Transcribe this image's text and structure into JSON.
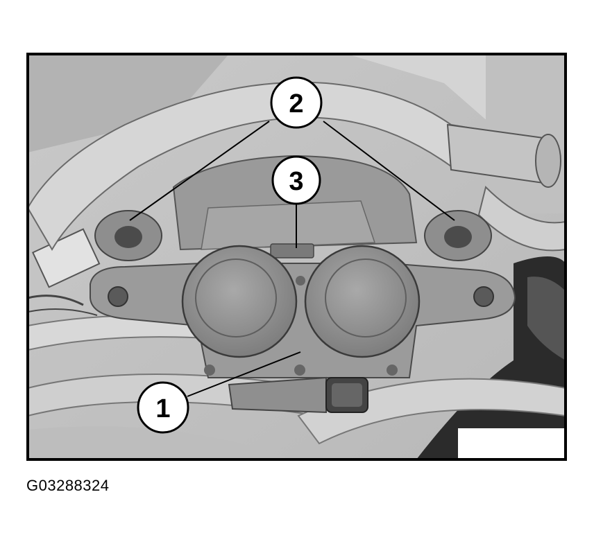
{
  "figure": {
    "callouts": [
      {
        "id": "1",
        "label": "1"
      },
      {
        "id": "2",
        "label": "2"
      },
      {
        "id": "3",
        "label": "3"
      }
    ],
    "figure_id": "G03288324",
    "colors": {
      "background": "#ffffff",
      "frame": "#000000",
      "tube": "#cfcfcf",
      "part_dark": "#8a8a8a",
      "part_mid": "#a6a6a6",
      "shadow": "#3a3a3a"
    }
  }
}
